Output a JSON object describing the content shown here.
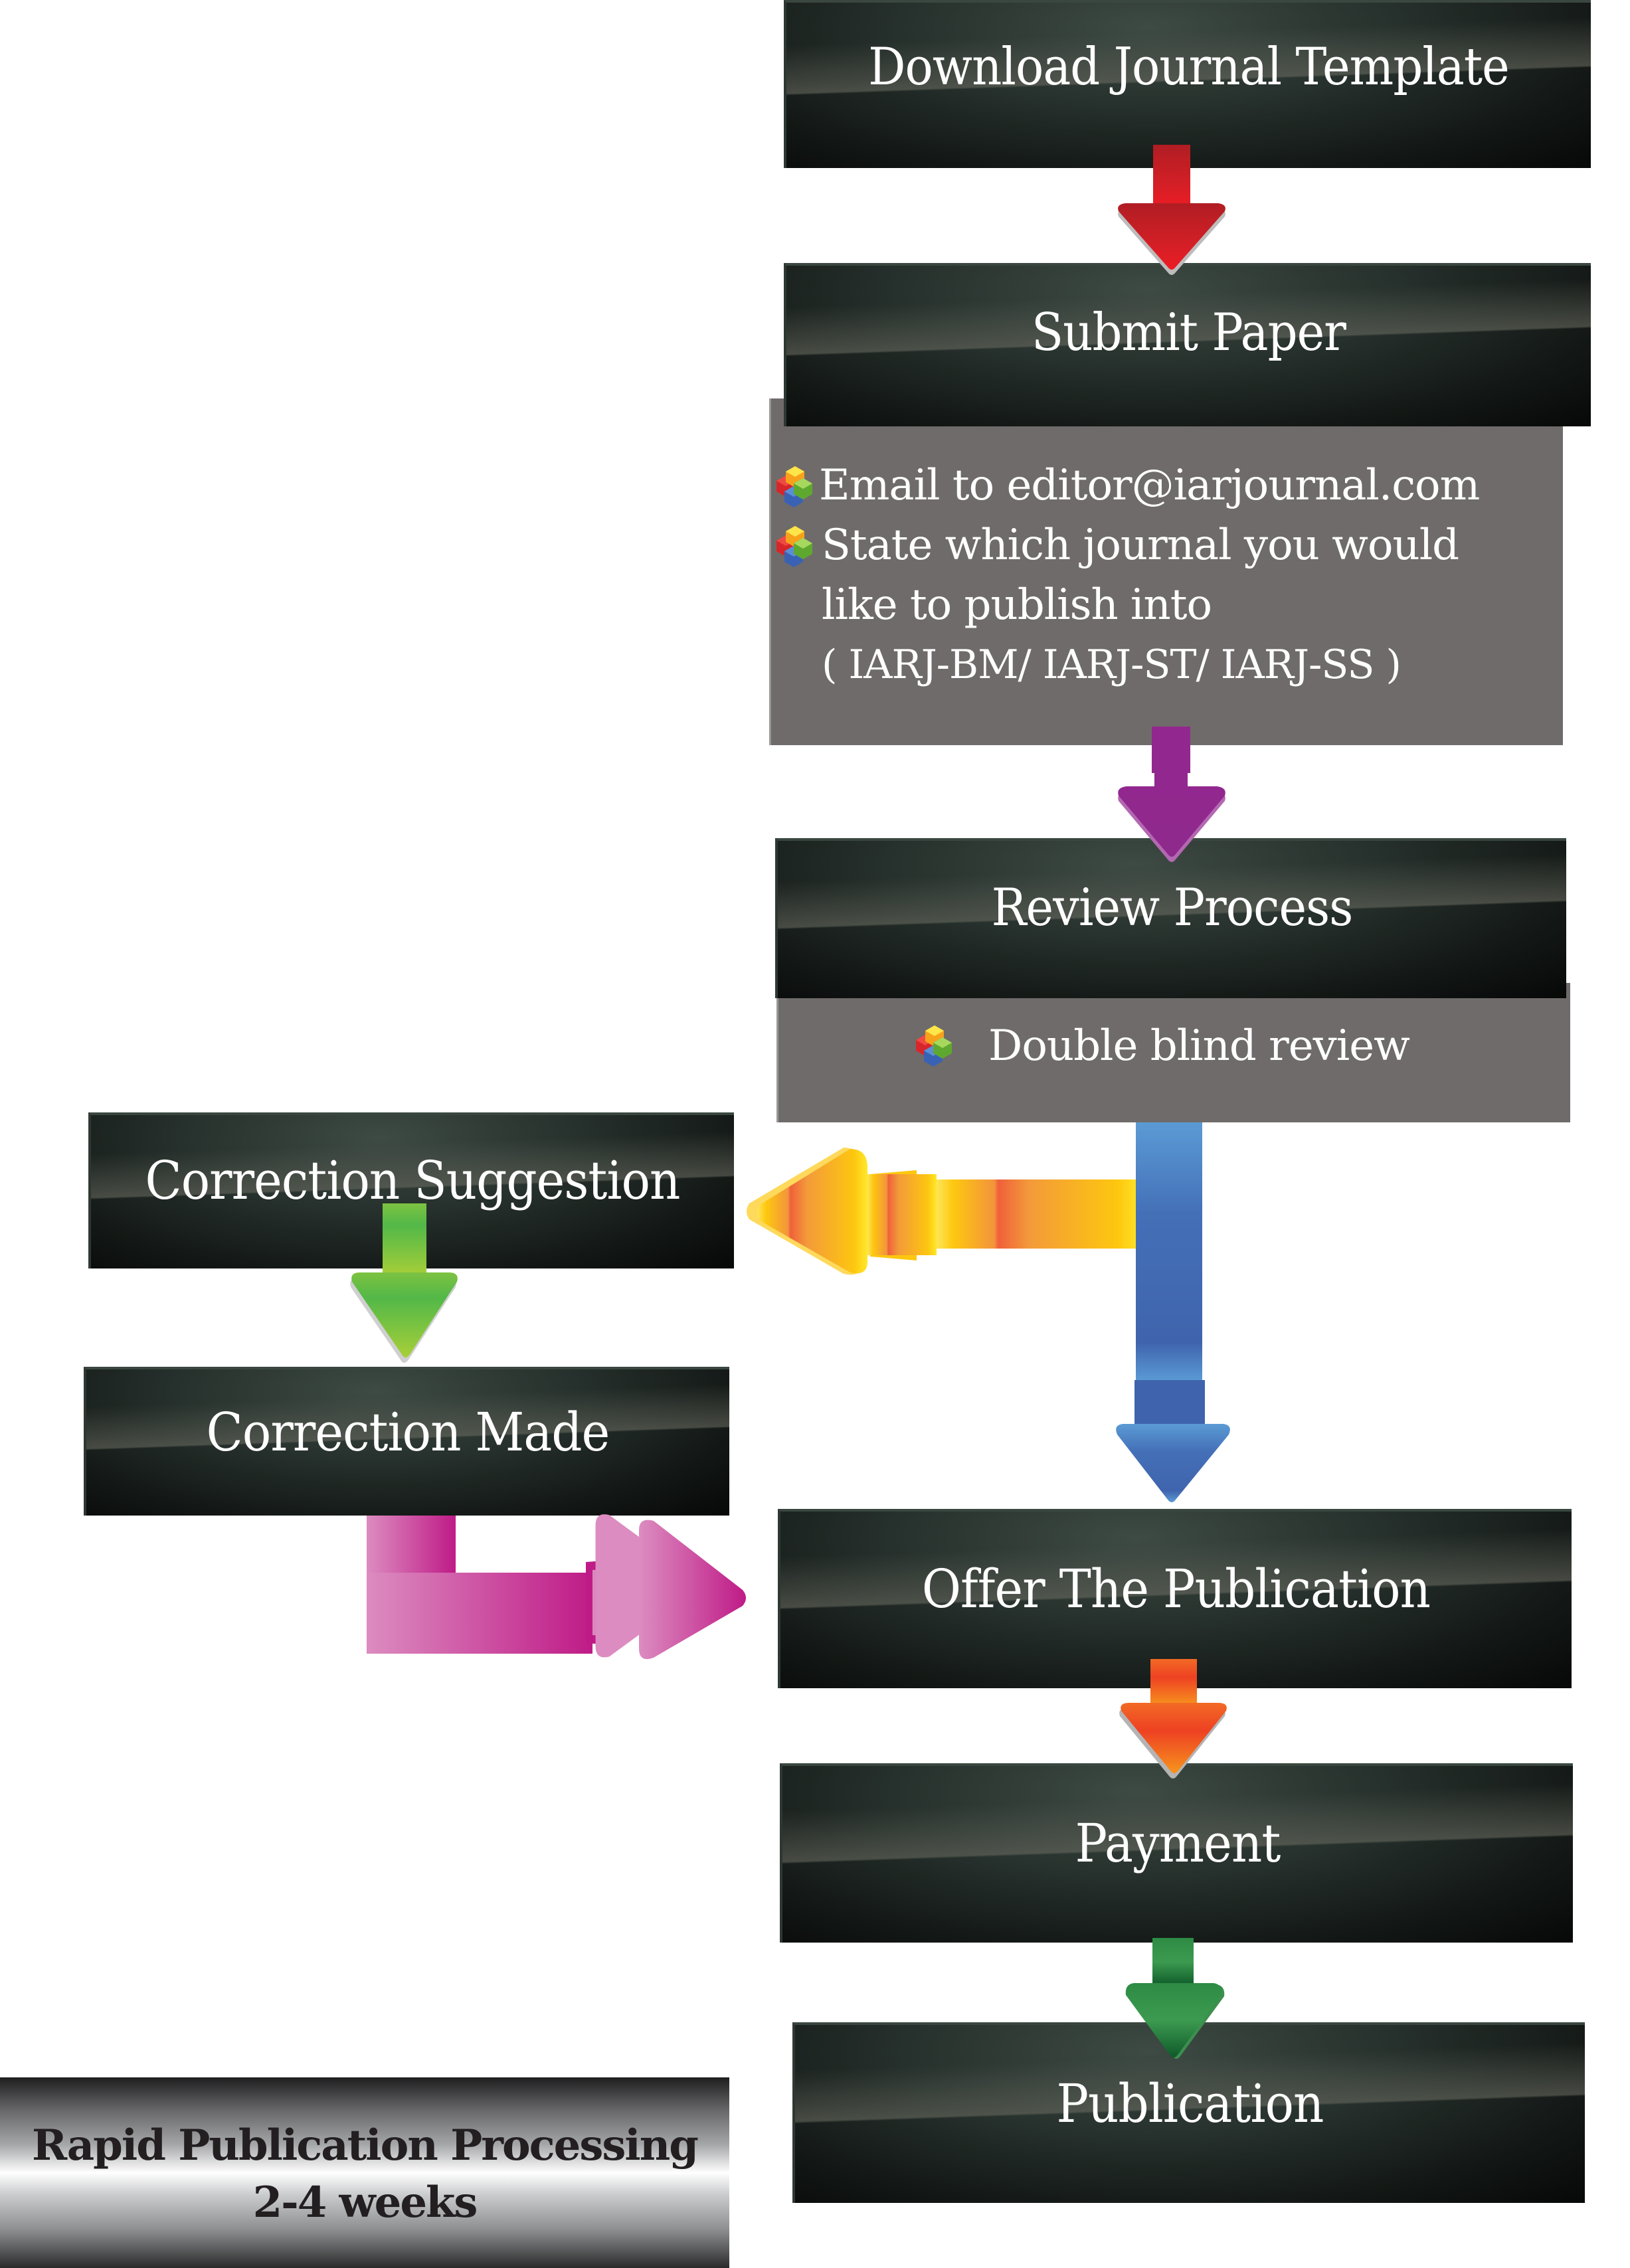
{
  "steps": {
    "download": {
      "label": "Download Journal Template"
    },
    "submit": {
      "label": "Submit Paper",
      "details": [
        "Email to editor@iarjournal.com",
        "State which journal you would",
        "like to publish into",
        "( IARJ-BM/ IARJ-ST/ IARJ-SS )"
      ]
    },
    "review": {
      "label": "Review Process",
      "details": [
        "Double blind review"
      ]
    },
    "correction_suggestion": {
      "label": "Correction Suggestion"
    },
    "correction_made": {
      "label": "Correction Made"
    },
    "offer": {
      "label": "Offer The Publication"
    },
    "payment": {
      "label": "Payment"
    },
    "publication": {
      "label": "Publication"
    }
  },
  "note": {
    "line1": "Rapid Publication Processing",
    "line2": "2-4 weeks"
  },
  "bullet_icon": "colored-cubes-icon",
  "arrows": [
    {
      "from": "download",
      "to": "submit",
      "color": "#e31e26",
      "direction": "down"
    },
    {
      "from": "submit",
      "to": "review",
      "color": "#92278f",
      "direction": "down"
    },
    {
      "from": "review",
      "to": "correction_suggestion",
      "color": "#f7941d",
      "direction": "left"
    },
    {
      "from": "review",
      "to": "offer",
      "color": "#3f66b0",
      "direction": "down"
    },
    {
      "from": "correction_suggestion",
      "to": "correction_made",
      "color": "#7ac143",
      "direction": "down"
    },
    {
      "from": "correction_made",
      "to": "offer",
      "color": "#c2338c",
      "direction": "right"
    },
    {
      "from": "offer",
      "to": "payment",
      "color": "#f05a24",
      "direction": "down"
    },
    {
      "from": "payment",
      "to": "publication",
      "color": "#1e6e34",
      "direction": "down"
    }
  ],
  "colors": {
    "box_dark": "#1a1f1c",
    "panel_gray": "#6f6b6a",
    "text": "#ffffff"
  }
}
